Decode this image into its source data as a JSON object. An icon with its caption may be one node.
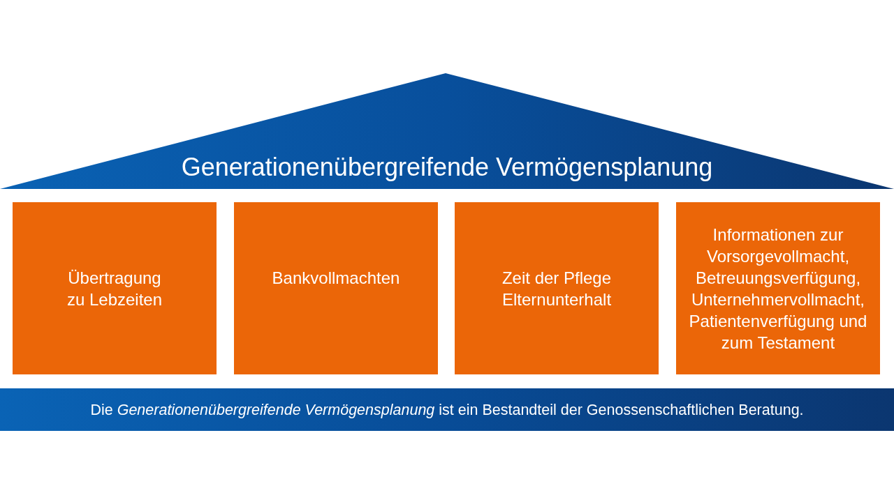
{
  "diagram": {
    "nodes": [
      {
        "text": [
          "Generationenübergreifende Vermögensplanung"
        ]
      },
      {
        "text": [
          "Übertragung zu Lebzeiten"
        ]
      },
      {
        "text": [
          "Bankvollmachten"
        ]
      },
      {
        "text": [
          "Zeit der Pflege",
          "Elternunterhalt"
        ]
      },
      {
        "text": [
          "Informationen zur Vorsorgevollmacht, Betreuungsverfügung, Unternehmervollmacht, Patientenverfügung und zum Testament"
        ]
      },
      {
        "text": [
          "Die *Generationenübergreifende Vermögensplanung* ist ein Bestandteil der Genossenschaftlichen Beratung."
        ]
      }
    ]
  }
}
